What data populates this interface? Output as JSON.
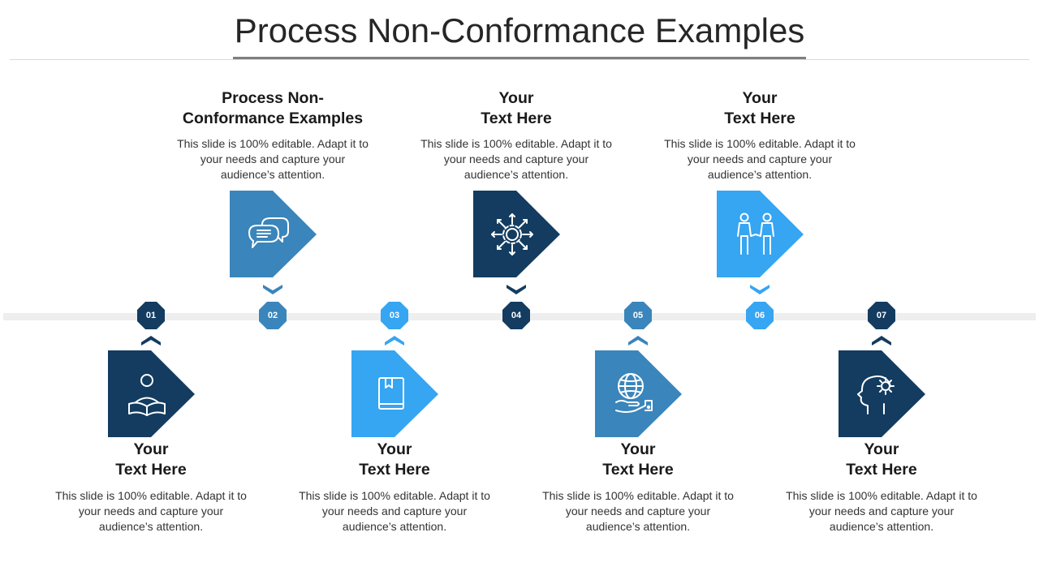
{
  "title": "Process Non-Conformance Examples",
  "colors": {
    "dark": "#133c60",
    "mid": "#3a85bb",
    "light": "#36a5f2",
    "bar": "#eeeeee"
  },
  "steps": [
    {
      "number": "01",
      "heading": [
        "Your",
        "Text Here"
      ],
      "description": "This slide is 100% editable. Adapt it to your needs and capture your audience’s attention.",
      "icon": "reader-icon",
      "color": "dark",
      "position": "below"
    },
    {
      "number": "02",
      "heading": [
        "Process Non-",
        "Conformance Examples"
      ],
      "description": "This slide is 100% editable. Adapt it to your needs and capture your audience’s attention.",
      "icon": "chat-bubbles-icon",
      "color": "mid",
      "position": "above"
    },
    {
      "number": "03",
      "heading": [
        "Your",
        "Text Here"
      ],
      "description": "This slide is 100% editable. Adapt it to your needs and capture your audience’s attention.",
      "icon": "book-icon",
      "color": "light",
      "position": "below"
    },
    {
      "number": "04",
      "heading": [
        "Your",
        "Text Here"
      ],
      "description": "This slide is 100% editable. Adapt it to your needs and capture your audience’s attention.",
      "icon": "gear-arrows-icon",
      "color": "dark",
      "position": "above"
    },
    {
      "number": "05",
      "heading": [
        "Your",
        "Text Here"
      ],
      "description": "This slide is 100% editable. Adapt it to your needs and capture your audience’s attention.",
      "icon": "globe-hand-icon",
      "color": "mid",
      "position": "below"
    },
    {
      "number": "06",
      "heading": [
        "Your",
        "Text Here"
      ],
      "description": "This slide is 100% editable. Adapt it to your needs and capture your audience’s attention.",
      "icon": "handshake-icon",
      "color": "light",
      "position": "above"
    },
    {
      "number": "07",
      "heading": [
        "Your",
        "Text Here"
      ],
      "description": "This slide is 100% editable. Adapt it to your needs and capture your audience’s attention.",
      "icon": "head-gear-icon",
      "color": "dark",
      "position": "below"
    }
  ]
}
